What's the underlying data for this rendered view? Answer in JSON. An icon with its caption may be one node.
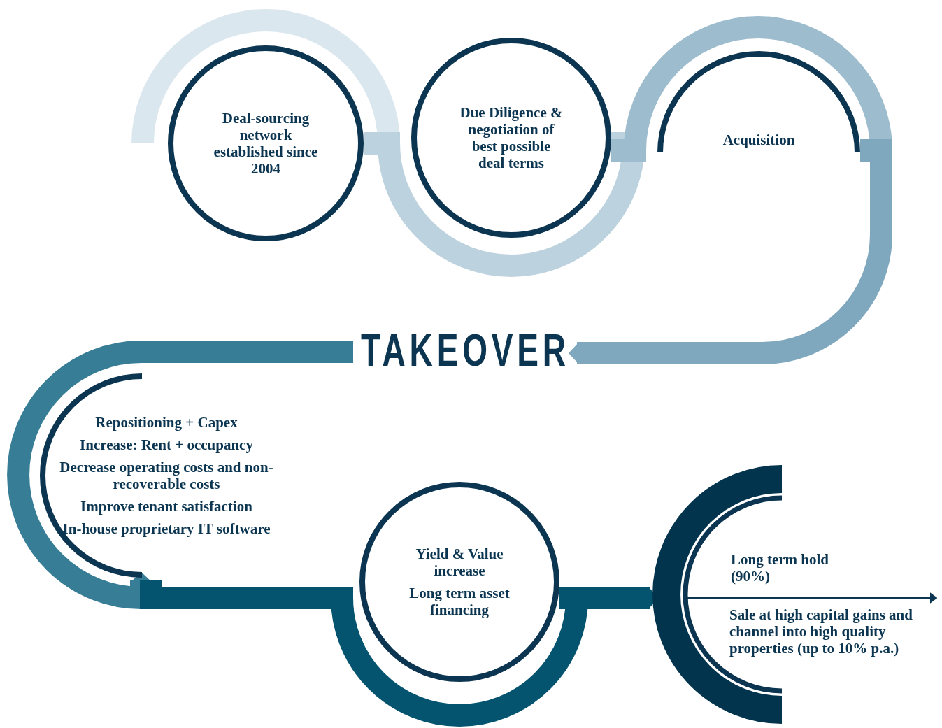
{
  "diagram": {
    "nodes": [
      {
        "text": [
          "Deal-sourcing network established since 2004"
        ]
      },
      {
        "text": [
          "Due Diligence & negotiation of best possible deal terms"
        ]
      },
      {
        "text": [
          "Acquisition"
        ]
      },
      {
        "text": [
          "TAKEOVER"
        ]
      },
      {
        "text": [
          "Repositioning + Capex",
          "Increase: Rent + occupancy",
          "Decrease operating costs and non-recoverable costs",
          "Improve tenant satisfaction",
          "In-house proprietary IT software"
        ]
      },
      {
        "text": [
          "Yield & Value increase",
          "Long term asset financing"
        ]
      },
      {
        "text": [
          "Long term hold (90%)",
          "Sale at high capital gains and channel into high quality properties (up to 10% p.a.)"
        ]
      }
    ],
    "edges": [
      {
        "from": 0,
        "to": 1,
        "arrow": "none",
        "color": "#bcd2de"
      },
      {
        "from": 1,
        "to": 2,
        "arrow": "none",
        "color": "#9dbccd"
      },
      {
        "from": 2,
        "to": 3,
        "arrow": "to",
        "color": "#7fa8be"
      },
      {
        "from": 3,
        "to": 4,
        "arrow": "to",
        "color": "#377d96"
      },
      {
        "from": 4,
        "to": 5,
        "arrow": "none",
        "color": "#04546f"
      },
      {
        "from": 5,
        "to": 6,
        "arrow": "to",
        "color": "#04546f"
      },
      {
        "from": 6,
        "to": null,
        "arrow": "to"
      }
    ]
  }
}
